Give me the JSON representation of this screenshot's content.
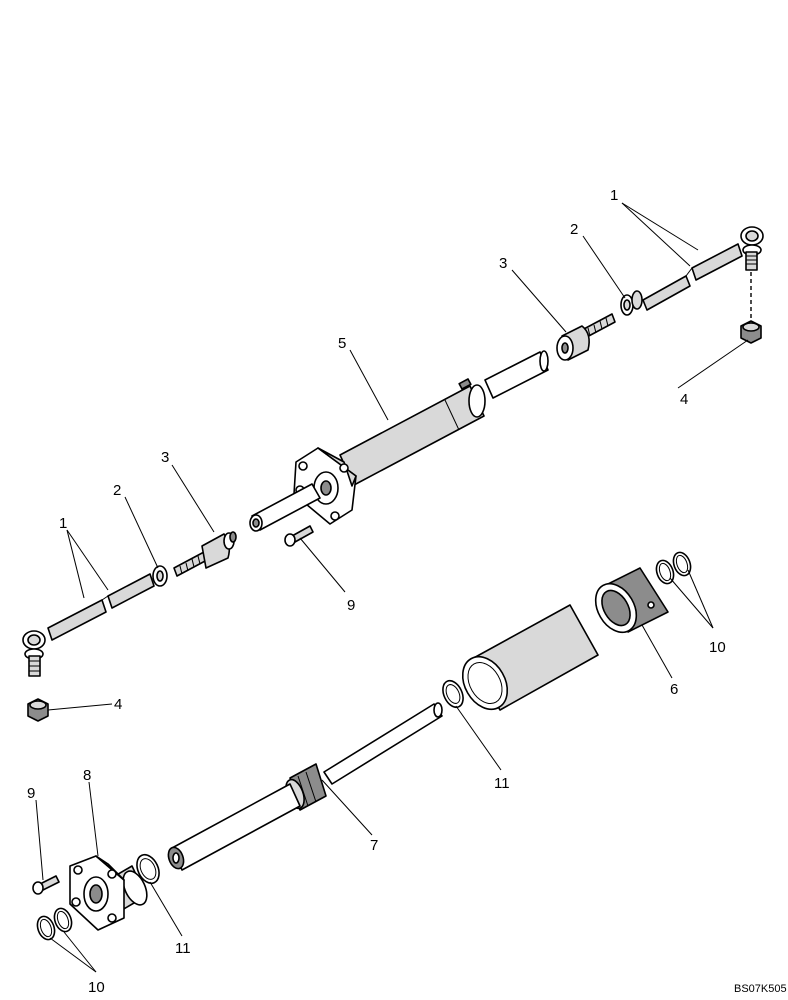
{
  "callouts": {
    "p1_upper": "1",
    "p2_upper": "2",
    "p3_upper": "3",
    "p4_upper": "4",
    "p5": "5",
    "p3_lower": "3",
    "p2_lower": "2",
    "p1_lower": "1",
    "p4_lower": "4",
    "p9_upper": "9",
    "p10_right": "10",
    "p6": "6",
    "p11_upper": "11",
    "p7": "7",
    "p9_lower": "9",
    "p8": "8",
    "p11_lower": "11",
    "p10_left": "10"
  },
  "drawing_code": "BS07K505"
}
